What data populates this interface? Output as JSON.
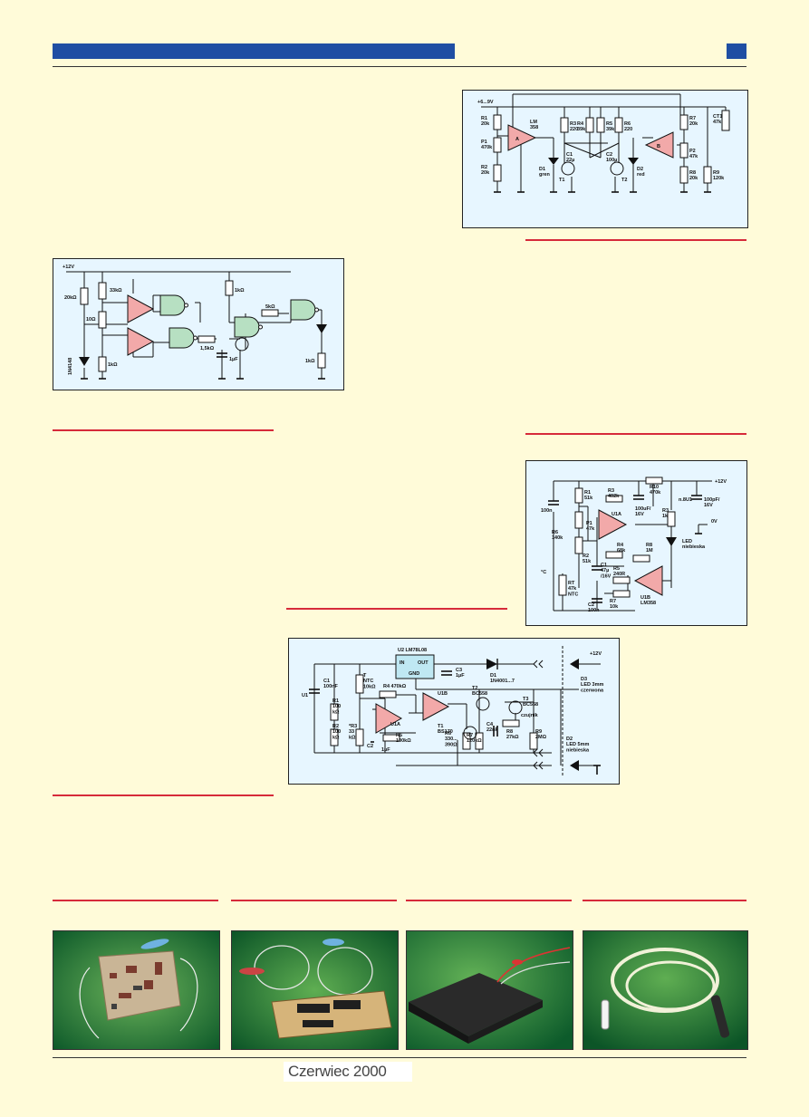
{
  "footer": {
    "date": "Czerwiec 2000"
  },
  "colors": {
    "header_bar": "#1f4ea3",
    "rule": "#d62a3a",
    "panel_bg": "#e7f6ff",
    "page_bg": "#fffbd9",
    "opamp": "#f2a9a9",
    "gate": "#b7e0c2"
  },
  "circuit1": {
    "supply": "+6...9V",
    "ic": "LM\n358",
    "r1": "R1\n20k",
    "p1": "P1\n470k",
    "r2": "R2\n20k",
    "r3": "R3\n220",
    "r4": "R4\n39k",
    "r5": "R5\n39k",
    "r6": "R6\n220",
    "c1": "C1\n22µ",
    "c2": "C2\n100µ",
    "d1": "D1\ngren",
    "d2": "D2\nred",
    "t1": "T1",
    "t2": "T2",
    "a": "A",
    "b": "B",
    "r7": "R7\n20k",
    "ct1": "CT1\n47k",
    "p2": "P2\n47k",
    "r8": "R8\n20k",
    "r9": "R9\n120k"
  },
  "circuit2": {
    "supply": "+12V",
    "r20k": "20kΩ",
    "r33k": "33kΩ",
    "r10": "10Ω",
    "d": "1N4148",
    "r1k_a": "1kΩ",
    "r1k_b": "1kΩ",
    "r5k": "5kΩ",
    "r15k": "1,5kΩ",
    "c1u": "1µF",
    "r1k_c": "1kΩ"
  },
  "circuit3": {
    "supply": "+12V",
    "gnd": "0V",
    "c100n": "100n",
    "r1": "R1\n51k",
    "r3": "R3\n402k",
    "r10": "R10\n470k",
    "c100u": "100uF/\n16V",
    "n8u1": "n.8U1",
    "c100p": "100pF/\n16V",
    "p1": "P1\n47k",
    "u1a": "U1A",
    "r3b": "R3\n1k",
    "r6": "R6\n140k",
    "r4": "R4\n68k",
    "r2": "R2\n51k",
    "led": "LED\nniebieska",
    "r8": "R8\n1M",
    "c1": "C1\n47µ\n/16V",
    "r5": "R5\n240R",
    "rt": "RT\n47k\nNTC",
    "tc": "°C",
    "c2": "C2\n100n",
    "r7": "R7\n10k",
    "u1b": "U1B\nLM358"
  },
  "circuit4": {
    "u2": "U2  LM78L08",
    "in": "IN",
    "out": "OUT",
    "gnd": "GND",
    "c3": "C3\n1µF",
    "d1": "D1\n1N4001...7",
    "supply": "+12V",
    "d3": "D3\nLED 3mm\nczerwona",
    "c1": "C1\n100nF",
    "t": "T\nNTC\n10kΩ",
    "u1": "U1",
    "r4": "R4  470kΩ",
    "u1b": "U1B",
    "t2": "T2\nBC558",
    "t3": "T3\nBC558",
    "czujnik": "czujnik",
    "r1": "R1\n100\nkΩ",
    "r2": "R2\n100\nkΩ",
    "r3": "*R3\n33\nkΩ",
    "u1a": "U1A",
    "c2": "C2",
    "c2v": "1µF",
    "r5": "R5\n100kΩ",
    "t1": "T1\nBS170",
    "r6": "R6\n330...\n390Ω",
    "r7": "R7\n120kΩ",
    "c4": "C4\n22nF",
    "r8": "R8\n27kΩ",
    "r9": "R9\n2MΩ",
    "d2": "D2\nLED 5mm\nniebieska"
  }
}
